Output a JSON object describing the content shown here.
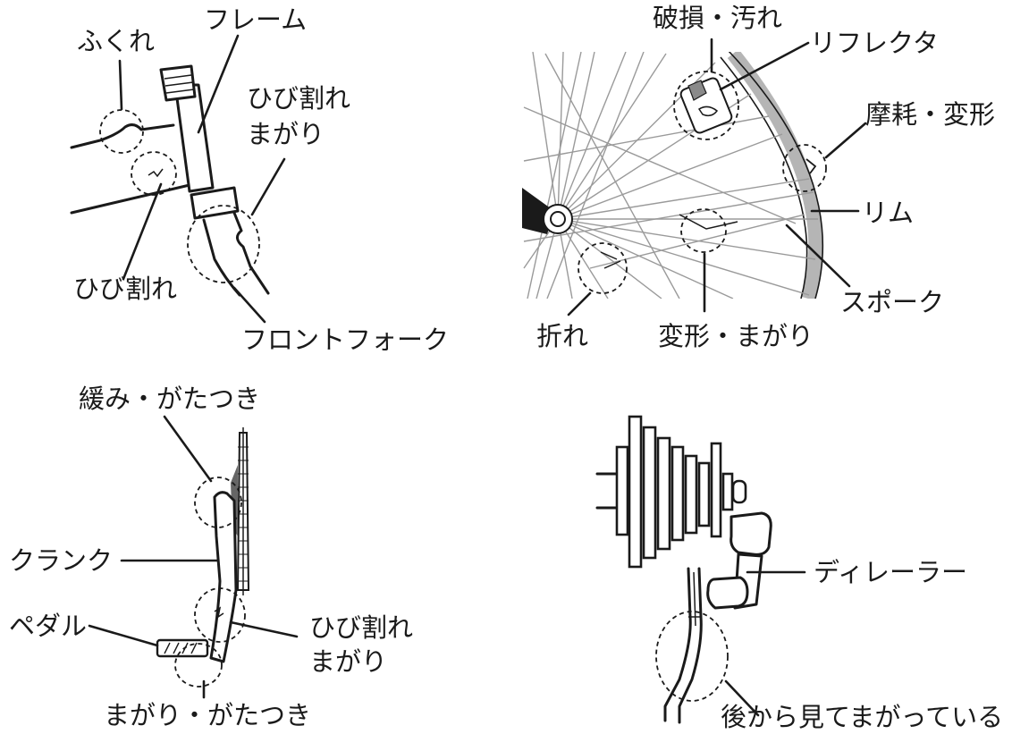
{
  "frame_panel": {
    "labels": {
      "bulge": "ふくれ",
      "frame": "フレーム",
      "crack_bend": [
        "ひび割れ",
        "まがり"
      ],
      "crack": "ひび割れ",
      "front_fork": "フロントフォーク"
    }
  },
  "wheel_panel": {
    "labels": {
      "damage_dirt": "破損・汚れ",
      "reflector": "リフレクタ",
      "wear_deform": "摩耗・変形",
      "rim": "リム",
      "spoke": "スポーク",
      "broken": "折れ",
      "deform_bend": "変形・まがり"
    }
  },
  "crank_panel": {
    "labels": {
      "loose_rattle": "緩み・がたつき",
      "crank": "クランク",
      "pedal": "ペダル",
      "crack_bend": [
        "ひび割れ",
        "まがり"
      ],
      "bend_rattle": "まがり・がたつき"
    }
  },
  "derailleur_panel": {
    "labels": {
      "derailleur": "ディレーラー",
      "bent_from_rear": "後から見てまがっている"
    }
  }
}
